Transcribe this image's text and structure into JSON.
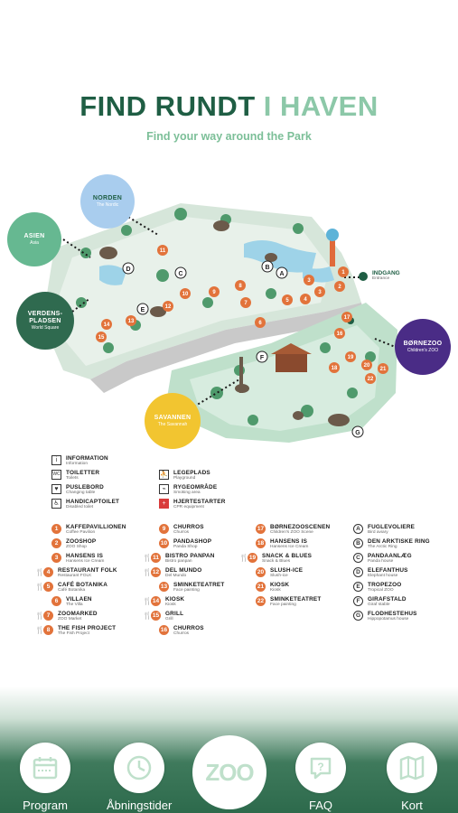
{
  "header": {
    "title_part1": "FIND RUNDT",
    "title_part2": "I HAVEN",
    "subtitle": "Find your way around the Park"
  },
  "map": {
    "areas": [
      {
        "key": "norden",
        "name": "NORDEN",
        "sub": "The Nordic",
        "color": "#a9cdee"
      },
      {
        "key": "asien",
        "name": "ASIEN",
        "sub": "Asia",
        "color": "#66b891"
      },
      {
        "key": "verdens",
        "name": "VERDENS-\nPLADSEN",
        "sub": "World Square",
        "color": "#2f6a4f"
      },
      {
        "key": "savannen",
        "name": "SAVANNEN",
        "sub": "The Savannah",
        "color": "#f2c530"
      },
      {
        "key": "bornezoo",
        "name": "BØRNEZOO",
        "sub": "Children's ZOO",
        "color": "#4a2c86"
      }
    ],
    "entrance": {
      "name": "INDGANG",
      "sub": "Entrance"
    },
    "markers_numbers": [
      "1",
      "1",
      "2",
      "3",
      "3",
      "4",
      "5",
      "6",
      "7",
      "8",
      "9",
      "10",
      "11",
      "12",
      "13",
      "14",
      "15",
      "16",
      "17",
      "18",
      "19",
      "20",
      "21",
      "22"
    ],
    "markers_letters": [
      "A",
      "B",
      "C",
      "D",
      "E",
      "F",
      "G"
    ]
  },
  "legend": {
    "facilities": [
      {
        "icon": "i",
        "name": "INFORMATION",
        "sub": "Information"
      },
      {
        "icon": "WC",
        "name": "TOILETTER",
        "sub": "Toilets"
      },
      {
        "icon": "♥",
        "name": "PUSLEBORD",
        "sub": "Changing table"
      },
      {
        "icon": "♿",
        "name": "HANDICAPTOILET",
        "sub": "Disabled toilet"
      },
      {
        "icon": "⛹",
        "name": "LEGEPLADS",
        "sub": "Playground"
      },
      {
        "icon": "⌁",
        "name": "RYGEOMRÅDE",
        "sub": "Smoking area"
      },
      {
        "icon": "+",
        "name": "HJERTESTARTER",
        "sub": "CPR equipment"
      }
    ],
    "col1": [
      {
        "n": "1",
        "name": "KAFFEPAVILLIONEN",
        "sub": "Coffee Pavilion",
        "cut": false
      },
      {
        "n": "2",
        "name": "ZOOSHOP",
        "sub": "ZOO Shop",
        "cut": false
      },
      {
        "n": "3",
        "name": "HANSENS IS",
        "sub": "Hansens Ice Cream",
        "cut": false
      },
      {
        "n": "4",
        "name": "RESTAURANT FOLK",
        "sub": "Restaurant FOLK",
        "cut": true
      },
      {
        "n": "5",
        "name": "CAFÉ BOTANIKA",
        "sub": "Café Botanika",
        "cut": true
      },
      {
        "n": "6",
        "name": "VILLAEN",
        "sub": "The Villa",
        "cut": false
      },
      {
        "n": "7",
        "name": "ZOOMARKED",
        "sub": "ZOO Market",
        "cut": true
      },
      {
        "n": "8",
        "name": "THE FISH PROJECT",
        "sub": "The Fish Project",
        "cut": true
      }
    ],
    "col2": [
      {
        "n": "9",
        "name": "CHURROS",
        "sub": "Churros",
        "cut": false
      },
      {
        "n": "10",
        "name": "PANDASHOP",
        "sub": "Panda Shop",
        "cut": false
      },
      {
        "n": "11",
        "name": "BISTRO PANPAN",
        "sub": "Bistro panpan",
        "cut": true
      },
      {
        "n": "12",
        "name": "DEL MUNDO",
        "sub": "Del Mundo",
        "cut": true
      },
      {
        "n": "13",
        "name": "SMINKETEATRET",
        "sub": "Face painting",
        "cut": false
      },
      {
        "n": "14",
        "name": "KIOSK",
        "sub": "Kiosk",
        "cut": true
      },
      {
        "n": "15",
        "name": "GRILL",
        "sub": "Grill",
        "cut": true
      },
      {
        "n": "16",
        "name": "CHURROS",
        "sub": "Churros",
        "cut": false
      }
    ],
    "col3": [
      {
        "n": "17",
        "name": "BØRNEZOOSCENEN",
        "sub": "Children's ZOO Scene",
        "cut": false
      },
      {
        "n": "18",
        "name": "HANSENS IS",
        "sub": "Hansens Ice Cream",
        "cut": false
      },
      {
        "n": "19",
        "name": "SNACK & BLUES",
        "sub": "Snack & Blues",
        "cut": true
      },
      {
        "n": "20",
        "name": "SLUSH-ICE",
        "sub": "Slush-ice",
        "cut": false
      },
      {
        "n": "21",
        "name": "KIOSK",
        "sub": "Kiosk",
        "cut": false
      },
      {
        "n": "22",
        "name": "SMINKETEATRET",
        "sub": "Face painting",
        "cut": false
      }
    ],
    "col4": [
      {
        "n": "A",
        "name": "FUGLEVOLIERE",
        "sub": "Bird aviary"
      },
      {
        "n": "B",
        "name": "DEN ARKTISKE RING",
        "sub": "The Arctic Ring"
      },
      {
        "n": "C",
        "name": "PANDAANLÆG",
        "sub": "Panda house"
      },
      {
        "n": "D",
        "name": "ELEFANTHUS",
        "sub": "Elephant house"
      },
      {
        "n": "E",
        "name": "TROPEZOO",
        "sub": "Tropical ZOO"
      },
      {
        "n": "F",
        "name": "GIRAFSTALD",
        "sub": "Giraf stable"
      },
      {
        "n": "G",
        "name": "FLODHESTEHUS",
        "sub": "Hippopotamus house"
      }
    ]
  },
  "nav": {
    "program": "Program",
    "hours": "Åbningstider",
    "zoo": "ZOO",
    "faq": "FAQ",
    "map": "Kort"
  },
  "colors": {
    "dark_green": "#1f5e44",
    "light_green": "#8cc8a8",
    "orange": "#e2733b",
    "nav_green": "#2d6a4c"
  }
}
